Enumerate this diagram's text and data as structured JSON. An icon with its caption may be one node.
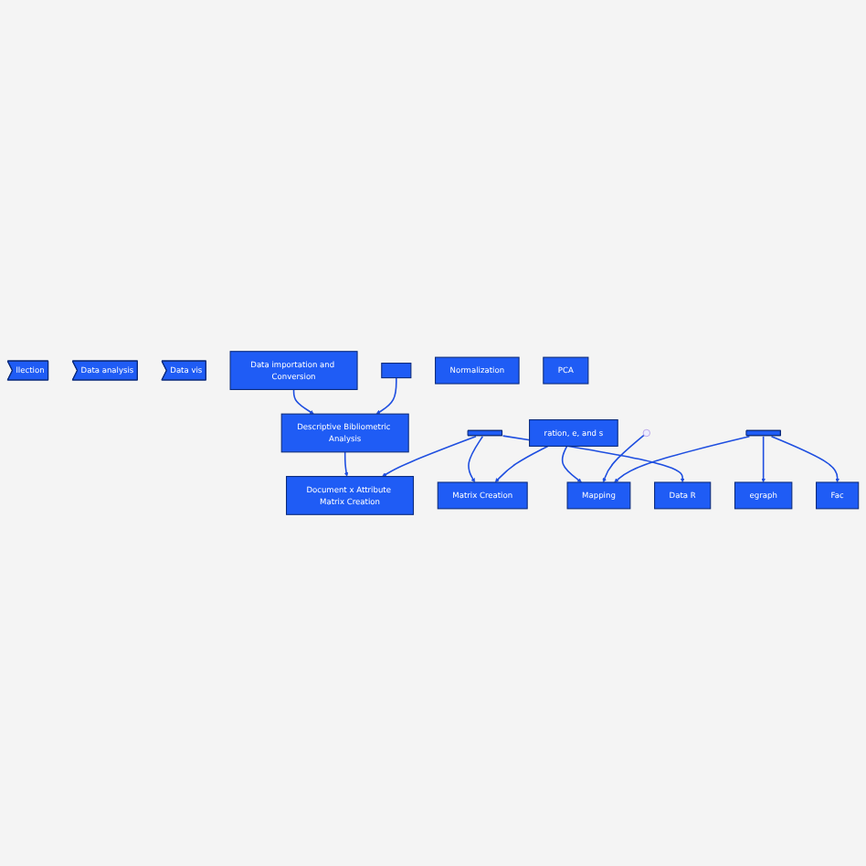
{
  "diagram": {
    "nodes": [
      {
        "text": [
          "llection"
        ]
      },
      {
        "text": [
          "Data analysis"
        ]
      },
      {
        "text": [
          "Data vis"
        ]
      },
      {
        "text": [
          "Data importation and Conversion"
        ]
      },
      {
        "text": [
          "Descriptive Bibliometric Analysis"
        ]
      },
      {
        "text": [],
        "shape": "box"
      },
      {
        "text": [
          "Document x Attribute Matrix Creation"
        ]
      },
      {
        "text": [
          "Matrix Creation"
        ]
      },
      {
        "text": [
          "Normalization"
        ]
      },
      {
        "text": [
          "Data R"
        ]
      },
      {
        "text": [
          "PCA"
        ]
      },
      {
        "text": [
          "ration, e, and s"
        ]
      },
      {
        "text": [
          "Mapping"
        ]
      },
      {
        "text": [
          "egraph"
        ]
      },
      {
        "text": [
          "Fac"
        ]
      },
      {
        "text": [],
        "shape": "bar"
      },
      {
        "text": [],
        "shape": "bar"
      }
    ],
    "edges": [
      {
        "from": 3,
        "to": 4,
        "arrow": "to"
      },
      {
        "from": 5,
        "to": 4,
        "arrow": "to"
      },
      {
        "from": 4,
        "to": 6,
        "arrow": "to"
      },
      {
        "from": 15,
        "to": 6,
        "arrow": "to"
      },
      {
        "from": 15,
        "to": 7,
        "arrow": "to"
      },
      {
        "from": 15,
        "to": 9,
        "arrow": "to"
      },
      {
        "from": 11,
        "to": 7,
        "arrow": "to"
      },
      {
        "from": 11,
        "to": 12,
        "arrow": "to"
      },
      {
        "from": null,
        "to": 12,
        "arrow": "to"
      },
      {
        "from": 16,
        "to": 12,
        "arrow": "to"
      },
      {
        "from": 16,
        "to": 13,
        "arrow": "to"
      },
      {
        "from": 16,
        "to": 14,
        "arrow": "to"
      }
    ]
  }
}
